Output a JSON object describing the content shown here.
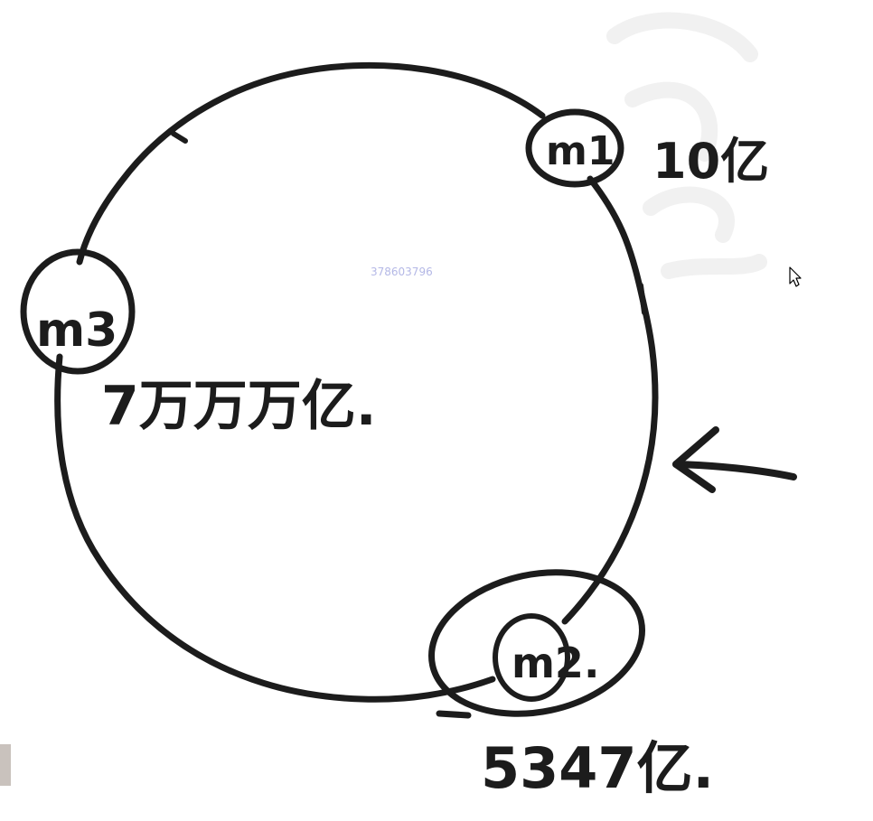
{
  "watermark": "378603796",
  "nodes": [
    {
      "id": "m1",
      "label": "m1",
      "value": "10亿"
    },
    {
      "id": "m2",
      "label": "m2.",
      "value": "5347亿."
    },
    {
      "id": "m3",
      "label": "m3",
      "value": "7万万万亿."
    }
  ],
  "colors": {
    "ink": "#1c1c1c",
    "background": "#ffffff",
    "watermark": "#b4b8e6"
  },
  "icons": [
    "arrow-icon",
    "cursor-icon"
  ]
}
